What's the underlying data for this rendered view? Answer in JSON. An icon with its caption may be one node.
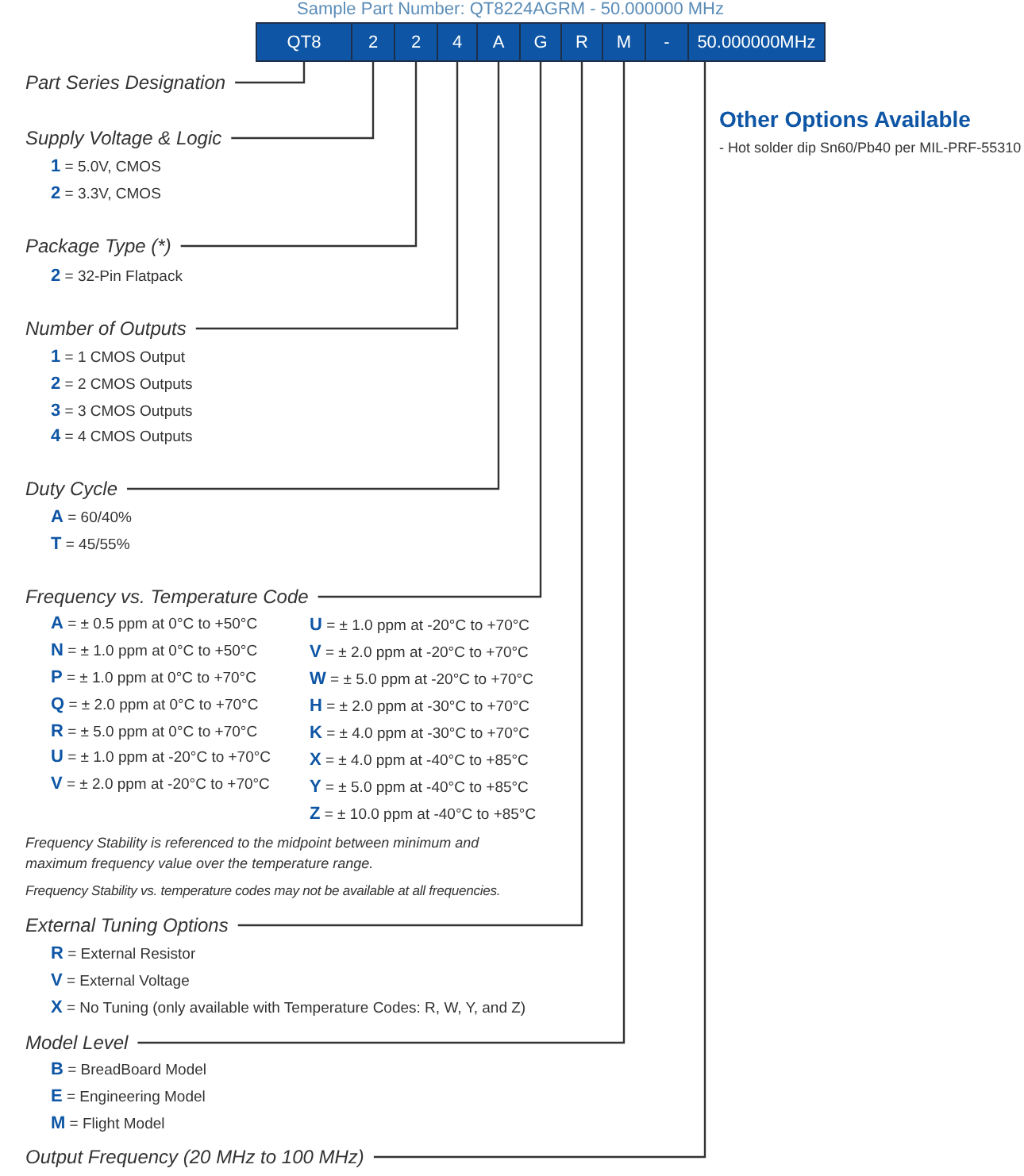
{
  "diagram": {
    "title": "Sample Part Number: QT8224AGRM - 50.000000 MHz",
    "nodes": [
      {
        "text": [
          "QT8"
        ]
      },
      {
        "text": [
          "2"
        ]
      },
      {
        "text": [
          "2"
        ]
      },
      {
        "text": [
          "4"
        ]
      },
      {
        "text": [
          "A"
        ]
      },
      {
        "text": [
          "G"
        ]
      },
      {
        "text": [
          "R"
        ]
      },
      {
        "text": [
          "M"
        ]
      },
      {
        "text": [
          "-"
        ]
      },
      {
        "text": [
          "50.000000MHz"
        ]
      },
      {
        "text": [
          "Part Series Designation"
        ]
      },
      {
        "text": [
          "Supply Voltage & Logic"
        ],
        "beside": [
          "**1** = 5.0V, CMOS",
          "**2** = 3.3V, CMOS"
        ]
      },
      {
        "text": [
          "Package Type (*)"
        ],
        "beside": [
          "**2** = 32-Pin Flatpack"
        ]
      },
      {
        "text": [
          "Number of Outputs"
        ],
        "beside": [
          "**1** = 1 CMOS Output",
          "**2** = 2 CMOS Outputs",
          "**3** = 3 CMOS Outputs",
          "**4** = 4 CMOS Outputs"
        ]
      },
      {
        "text": [
          "Duty Cycle"
        ],
        "beside": [
          "**A** = 60/40%",
          "**T** = 45/55%"
        ]
      },
      {
        "text": [
          "Frequency vs. Temperature Code"
        ],
        "beside": [
          "**A** = ± 0.5 ppm at 0°C to +50°C",
          "**N** = ± 1.0 ppm at 0°C to +50°C",
          "**P** = ± 1.0 ppm at 0°C to +70°C",
          "**Q** = ± 2.0 ppm at 0°C to +70°C",
          "**R** = ± 5.0 ppm at 0°C to +70°C",
          "**U** = ± 1.0 ppm at -20°C to +70°C",
          "**V** = ± 2.0 ppm at -20°C to +70°C",
          "**U** = ± 1.0 ppm at -20°C to +70°C",
          "**V** = ± 2.0 ppm at -20°C to +70°C",
          "**W** = ± 5.0 ppm at -20°C to +70°C",
          "**H** = ± 2.0 ppm at -30°C to +70°C",
          "**K** = ± 4.0 ppm at -30°C to +70°C",
          "**X** = ± 4.0 ppm at -40°C to +85°C",
          "**Y** = ± 5.0 ppm at -40°C to +85°C",
          "**Z** = ± 10.0 ppm at -40°C to +85°C"
        ]
      },
      {
        "text": [
          "External Tuning Options"
        ],
        "beside": [
          "**R** = External Resistor",
          "**V** = External Voltage",
          "**X** = No Tuning (only available with Temperature Codes: R, W, Y, and Z)"
        ]
      },
      {
        "text": [
          "Model Level"
        ],
        "beside": [
          "**B** = BreadBoard Model",
          "**E** = Engineering Model",
          "**M** = Flight Model"
        ]
      },
      {
        "text": [
          "Output Frequency (20 MHz to 100 MHz)"
        ]
      }
    ],
    "edges": [
      {
        "from": 0,
        "to": 10,
        "arrow": "none"
      },
      {
        "from": 1,
        "to": 11,
        "arrow": "none"
      },
      {
        "from": 2,
        "to": 12,
        "arrow": "none"
      },
      {
        "from": 3,
        "to": 13,
        "arrow": "none"
      },
      {
        "from": 4,
        "to": 14,
        "arrow": "none"
      },
      {
        "from": 5,
        "to": 15,
        "arrow": "none"
      },
      {
        "from": 6,
        "to": 16,
        "arrow": "none"
      },
      {
        "from": 7,
        "to": 17,
        "arrow": "none"
      },
      {
        "from": 9,
        "to": 18,
        "arrow": "none"
      }
    ],
    "labels": [
      "Other Options Available",
      "- Hot solder dip Sn60/Pb40 per MIL-PRF-55310",
      "Frequency Stability is referenced to the midpoint between minimum and maximum frequency value over the temperature range.",
      "Frequency Stability vs. temperature codes may not be available at all frequencies."
    ]
  }
}
